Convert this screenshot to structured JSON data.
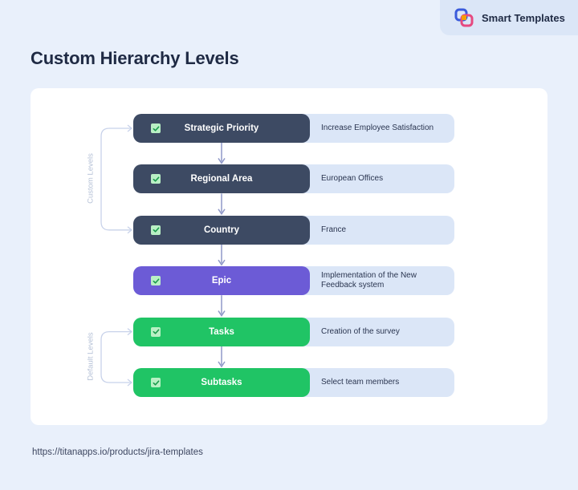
{
  "brand": {
    "label": "Smart Templates",
    "logo_icon": "smart-templates-logo-icon"
  },
  "page_title": "Custom Hierarchy Levels",
  "group_labels": {
    "custom": "Custom Levels",
    "default": "Default Levels"
  },
  "levels": [
    {
      "name": "Strategic Priority",
      "description": "Increase Employee Satisfaction",
      "group": "custom",
      "color": "#3d4a63"
    },
    {
      "name": "Regional Area",
      "description": "European Offices",
      "group": "custom",
      "color": "#3d4a63"
    },
    {
      "name": "Country",
      "description": "France",
      "group": "custom",
      "color": "#3d4a63"
    },
    {
      "name": "Epic",
      "description": "Implementation of the New Feedback system",
      "group": "standard",
      "color": "#6c5bd6"
    },
    {
      "name": "Tasks",
      "description": "Creation of the survey",
      "group": "default",
      "color": "#20c465"
    },
    {
      "name": "Subtasks",
      "description": "Select team members",
      "group": "default",
      "color": "#20c465"
    }
  ],
  "colors": {
    "background": "#e9f0fb",
    "card": "#ffffff",
    "description_fill": "#dbe6f7",
    "connector": "#8f98c8",
    "bracket": "#c8d2ea",
    "check_fill": "#b9f0c4"
  },
  "footer_url": "https://titanapps.io/products/jira-templates"
}
